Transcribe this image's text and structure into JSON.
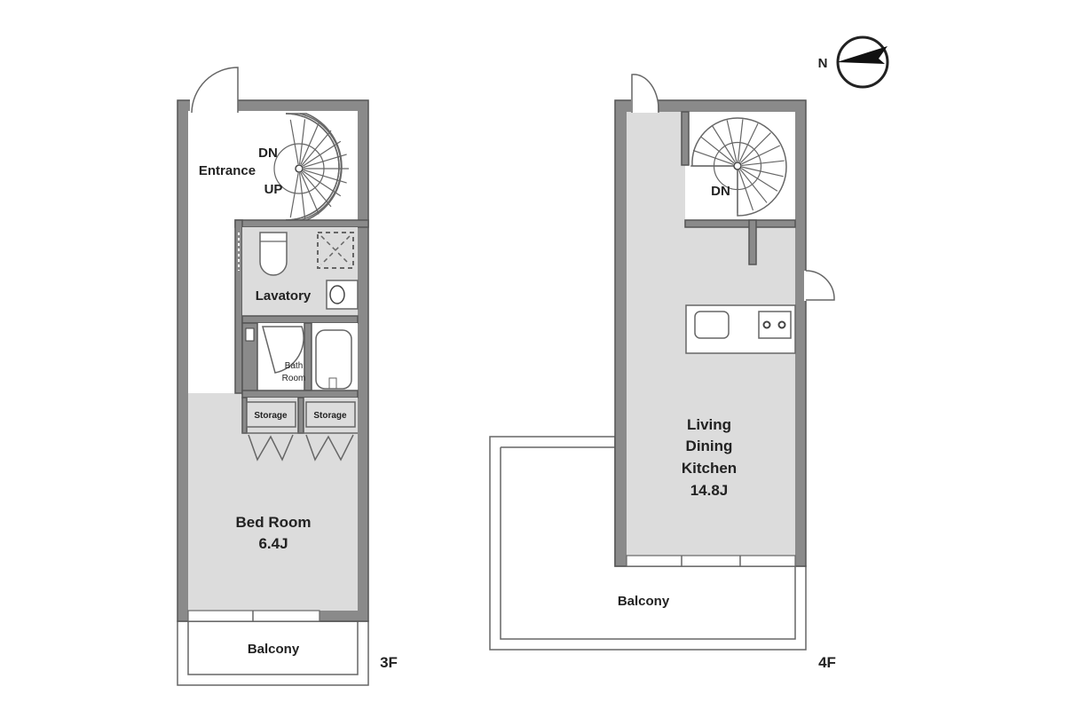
{
  "floors": [
    {
      "id": "3F",
      "label": "3F",
      "rooms": {
        "entrance": "Entrance",
        "stair_up": "UP",
        "stair_dn": "DN",
        "lavatory": "Lavatory",
        "bath_line1": "Bath",
        "bath_line2": "Room",
        "storage1": "Storage",
        "storage2": "Storage",
        "bedroom": "Bed Room",
        "bedroom_size": "6.4J",
        "balcony": "Balcony"
      }
    },
    {
      "id": "4F",
      "label": "4F",
      "rooms": {
        "stair_dn": "DN",
        "ldk_line1": "Living",
        "ldk_line2": "Dining",
        "ldk_line3": "Kitchen",
        "ldk_size": "14.8J",
        "balcony": "Balcony"
      }
    }
  ],
  "compass": {
    "label": "N",
    "icon": "north-arrow-icon"
  },
  "colors": {
    "wall": "#8a8a8a",
    "room_fill": "#dcdcdc",
    "line": "#666666",
    "text": "#222222"
  }
}
